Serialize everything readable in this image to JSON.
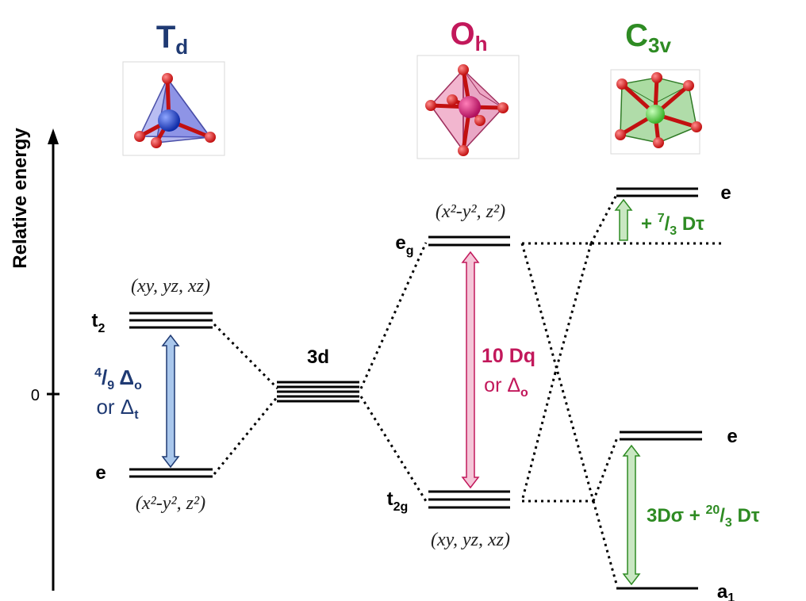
{
  "axis": {
    "label": "Relative energy",
    "zero_label": "0"
  },
  "colors": {
    "td": "#1f3a73",
    "oh": "#c2185b",
    "c3v": "#2e8b23",
    "td_arrow_fill": "#a9c7ec",
    "oh_arrow_fill": "#f5c6d8",
    "c3v_arrow_fill": "#c9e7c2"
  },
  "groups": {
    "td": {
      "main": "T",
      "sub": "d"
    },
    "oh": {
      "main": "O",
      "sub": "h"
    },
    "c3v": {
      "main": "C",
      "sub": "3v"
    }
  },
  "center": {
    "label": "3d"
  },
  "td": {
    "t2_label": "t",
    "t2_sub": "2",
    "e_label": "e",
    "t2_orbitals": "(xy, yz, xz)",
    "e_orbitals": "(x²-y², z²)",
    "gap_line1_sup": "4",
    "gap_line1_sub": "9",
    "gap_line1_tail": " Δ",
    "gap_line1_tail_sub": "o",
    "gap_line2": "or Δ",
    "gap_line2_sub": "t"
  },
  "oh": {
    "eg_label": "e",
    "eg_sub": "g",
    "t2g_label": "t",
    "t2g_sub": "2g",
    "eg_orbitals": "(x²-y², z²)",
    "t2g_orbitals": "(xy, yz, xz)",
    "gap_line1": "10 Dq",
    "gap_line2": "or Δ",
    "gap_line2_sub": "o"
  },
  "c3v": {
    "top_e_label": "e",
    "mid_e_label": "e",
    "a1_label": "a",
    "a1_sub": "1",
    "top_gap_prefix": "+ ",
    "top_gap_sup": "7",
    "top_gap_sub": "3",
    "top_gap_tail": " Dτ",
    "bottom_gap_prefix": "3Dσ + ",
    "bottom_gap_sup": "20",
    "bottom_gap_sub": "3",
    "bottom_gap_tail": " Dτ"
  }
}
